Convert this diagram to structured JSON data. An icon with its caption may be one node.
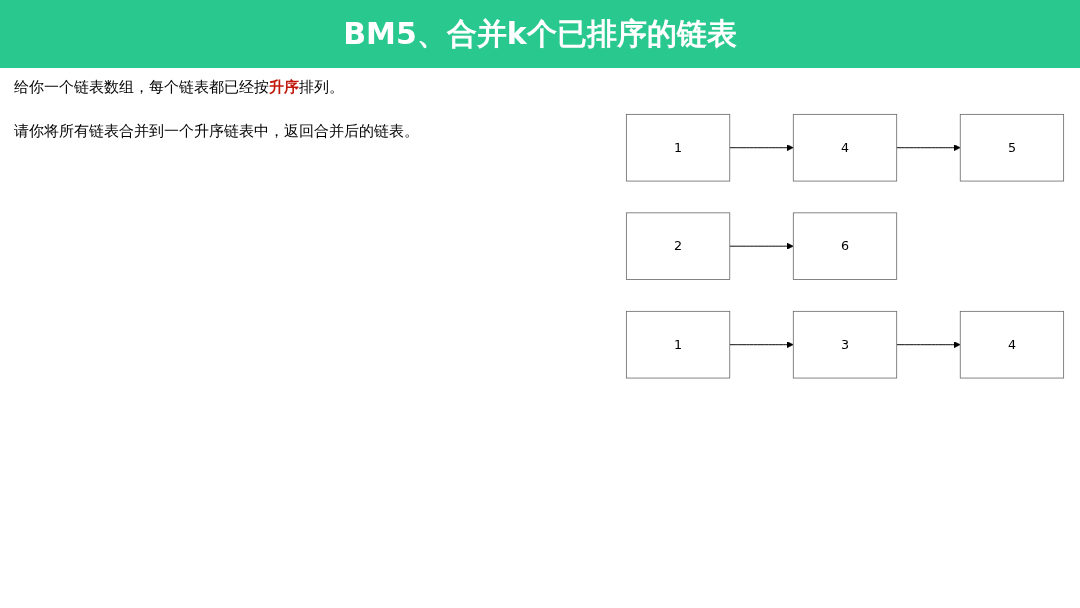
{
  "diagram": {
    "title": "BM5、合并k个已排序的链表",
    "nodes": [
      {
        "text": [
          "1"
        ]
      },
      {
        "text": [
          "4"
        ]
      },
      {
        "text": [
          "5"
        ]
      },
      {
        "text": [
          "2"
        ]
      },
      {
        "text": [
          "6"
        ]
      },
      {
        "text": [
          "1"
        ]
      },
      {
        "text": [
          "3"
        ]
      },
      {
        "text": [
          "4"
        ]
      }
    ],
    "edges": [
      {
        "from": 0,
        "to": 1,
        "arrow": "to"
      },
      {
        "from": 1,
        "to": 2,
        "arrow": "to"
      },
      {
        "from": 3,
        "to": 4,
        "arrow": "to"
      },
      {
        "from": 5,
        "to": 6,
        "arrow": "to"
      },
      {
        "from": 6,
        "to": 7,
        "arrow": "to"
      }
    ],
    "labels": [
      "给你一个链表数组，每个链表都已经按**升序**排列。",
      "请你将所有链表合并到一个升序链表中，返回合并后的链表。"
    ]
  }
}
